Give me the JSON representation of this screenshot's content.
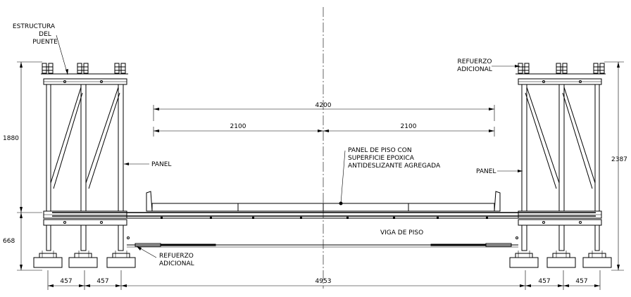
{
  "labels": {
    "bridge_structure": [
      "ESTRUCTURA",
      "DEL",
      "PUENTE"
    ],
    "reinforcement_top": [
      "REFUERZO",
      "ADICIONAL"
    ],
    "panel_left": "PANEL",
    "panel_right": "PANEL",
    "floor_panel": [
      "PANEL DE PISO CON",
      "SUPERFICIE EPOXICA",
      "ANTIDESLIZANTE AGREGADA"
    ],
    "floor_beam": "VIGA DE PISO",
    "reinforcement_bottom": [
      "REFUERZO",
      "ADICIONAL"
    ]
  },
  "dimensions": {
    "total_span": "4200",
    "half_left": "2100",
    "half_right": "2100",
    "height_left_upper": "1880",
    "height_left_lower": "668",
    "height_right": "2387",
    "bottom": [
      "457",
      "457",
      "4953",
      "457",
      "457"
    ]
  }
}
